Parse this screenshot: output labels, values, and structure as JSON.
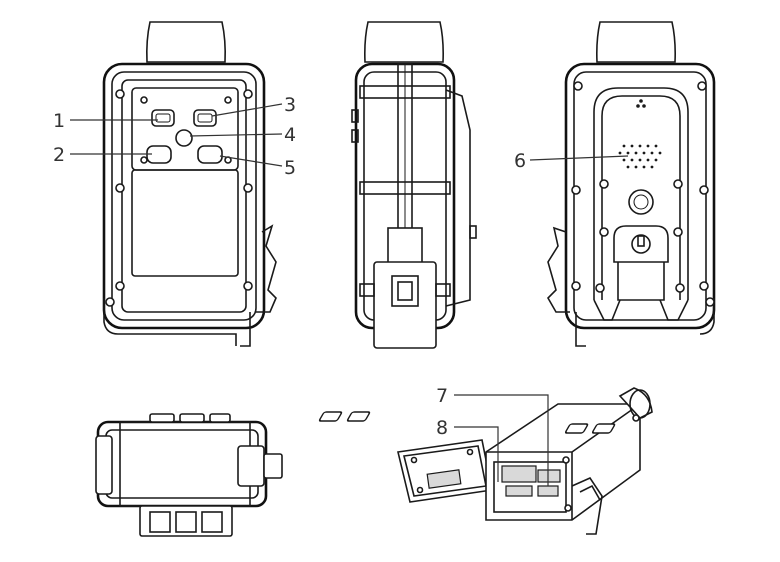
{
  "callouts": {
    "c1": "1",
    "c2": "2",
    "c3": "3",
    "c4": "4",
    "c5": "5",
    "c6": "6",
    "c7": "7",
    "c8": "8"
  },
  "icons": [
    "screw-icon",
    "speaker-grille-icon",
    "led-icon"
  ]
}
